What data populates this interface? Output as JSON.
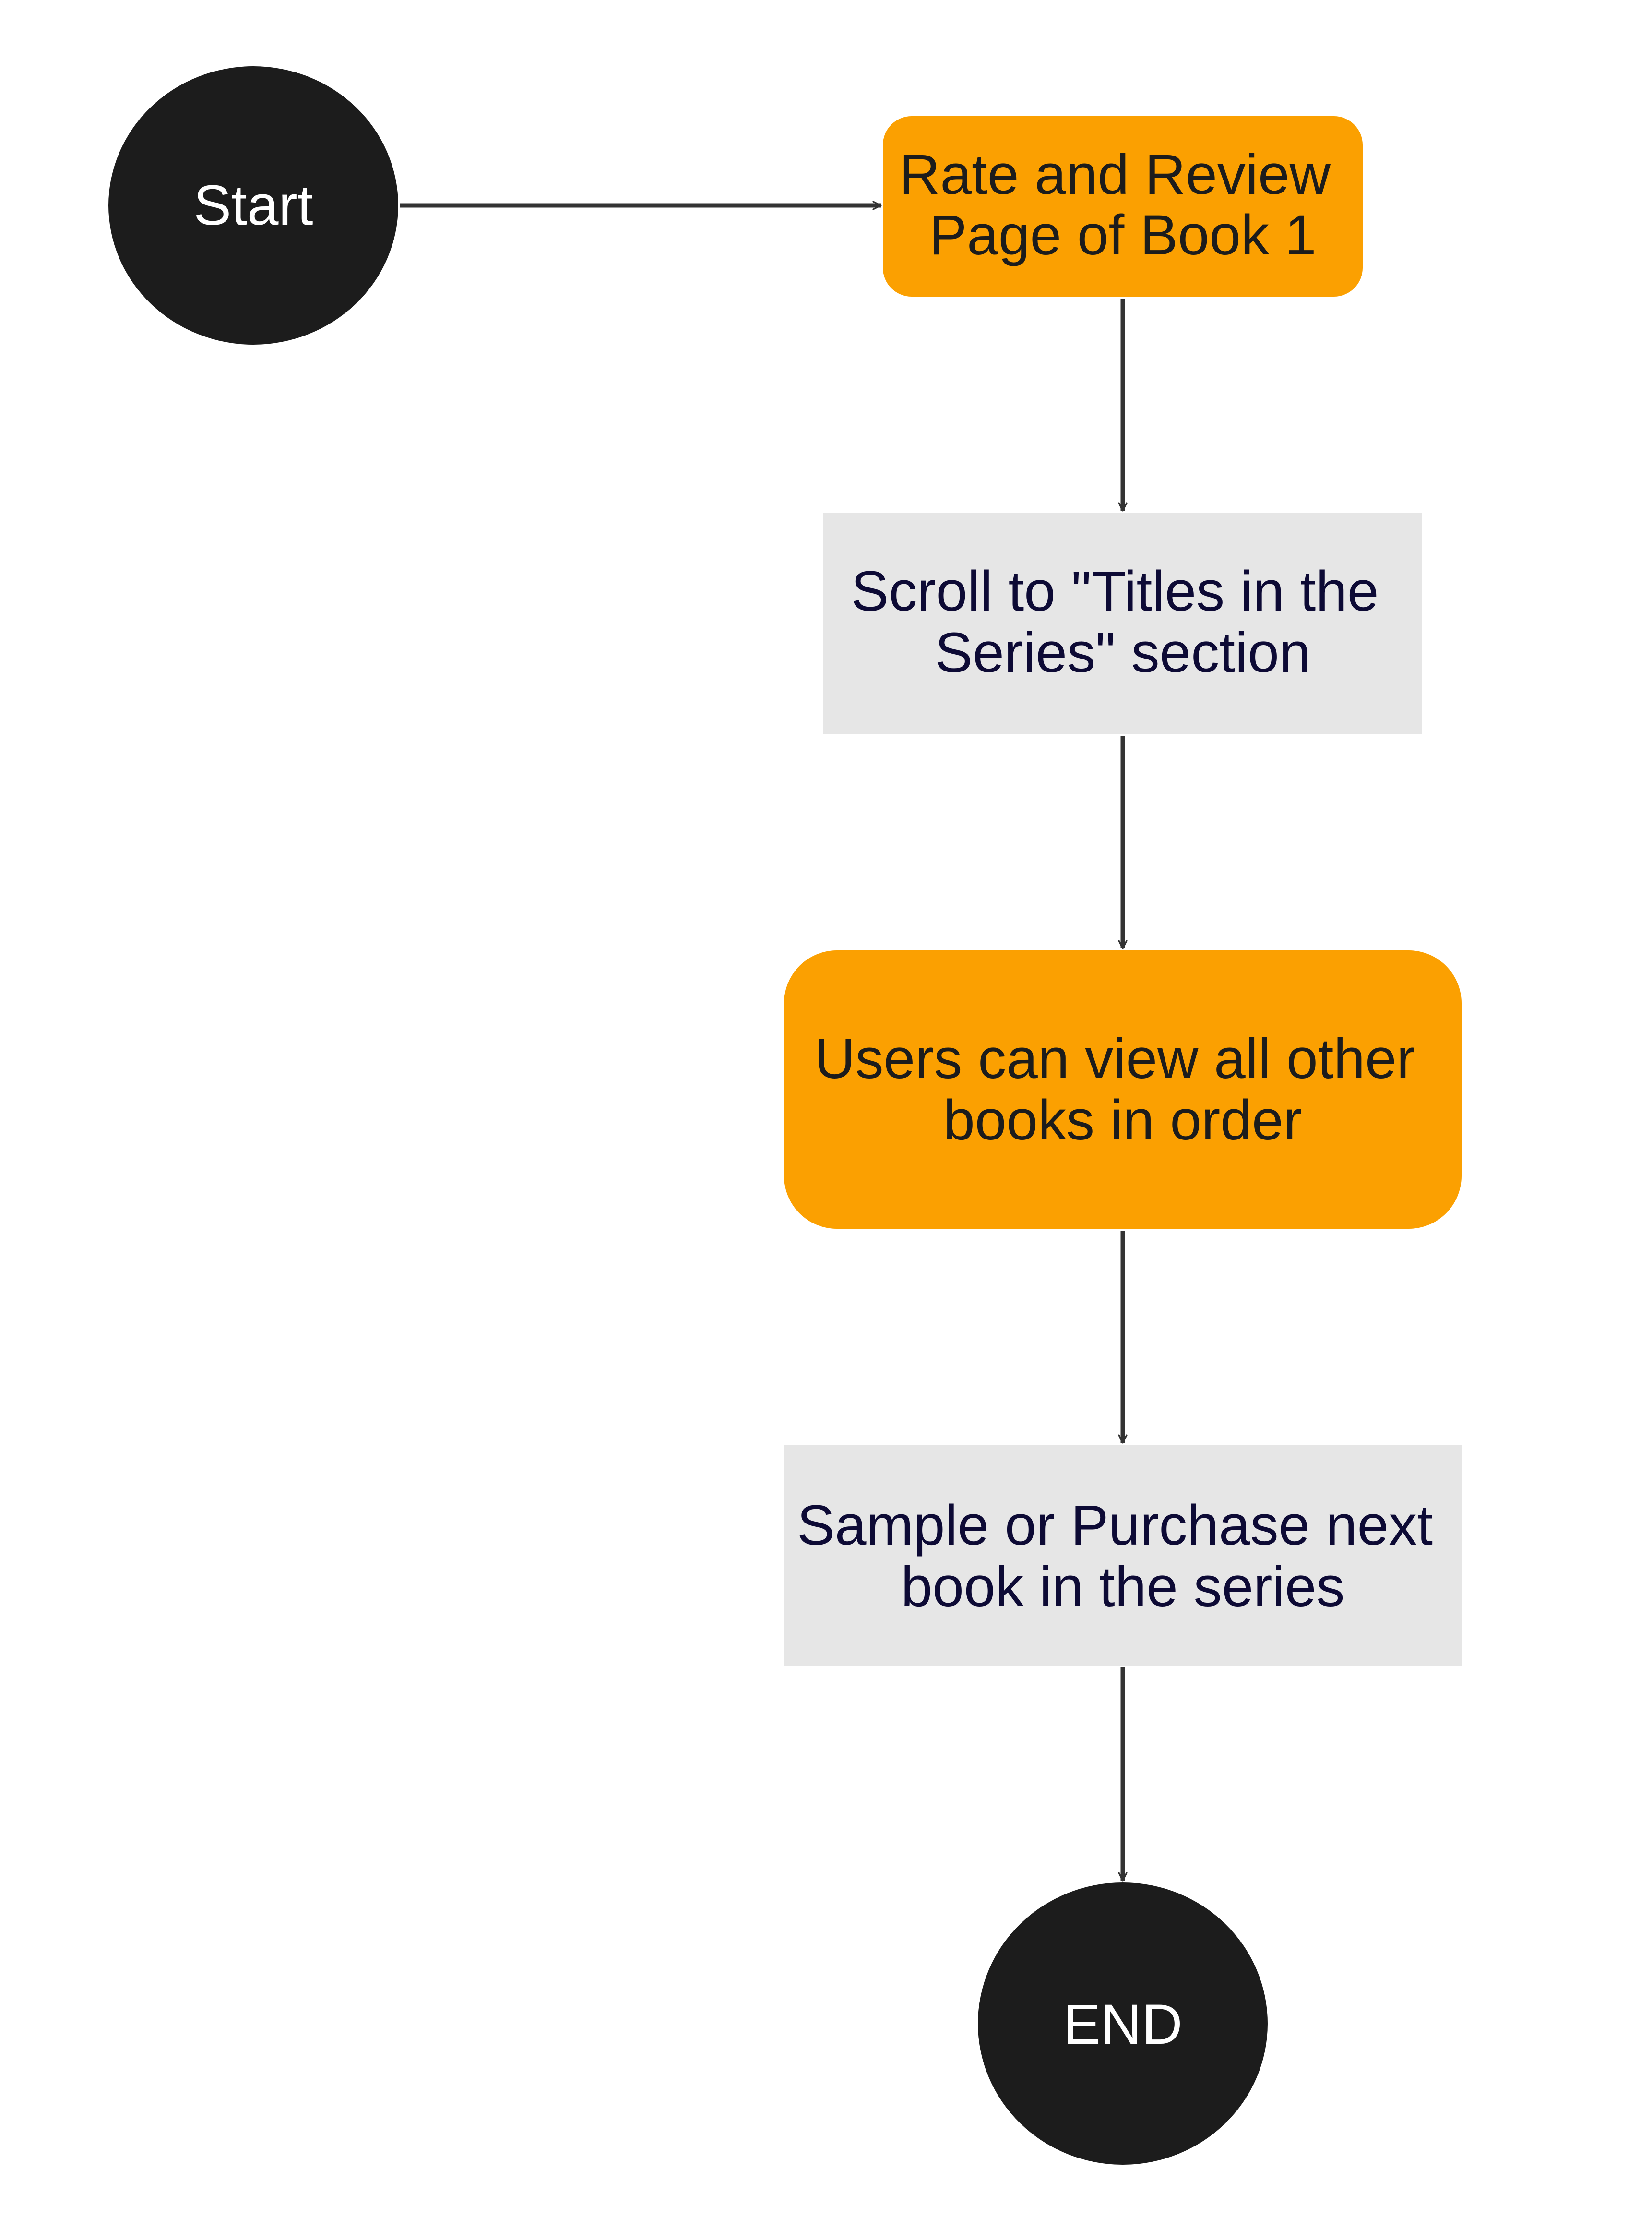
{
  "colors": {
    "background": "#ffffff",
    "terminal_fill": "#1c1c1c",
    "terminal_text": "#ffffff",
    "highlight_fill": "#fba001",
    "highlight_text": "#1c1c1c",
    "process_fill": "#e6e6e6",
    "process_text": "#0d0a35",
    "edge": "#333333"
  },
  "nodes": {
    "start": {
      "label": "Start"
    },
    "rate_review": {
      "lines": [
        "Rate and Review",
        "Page of Book 1"
      ]
    },
    "scroll": {
      "lines": [
        "Scroll to \"Titles in the",
        "Series\" section"
      ]
    },
    "view_books": {
      "lines": [
        "Users can view all other",
        "books in order"
      ]
    },
    "sample_purchase": {
      "lines": [
        "Sample or Purchase next",
        "book in the series"
      ]
    },
    "end": {
      "label": "END"
    }
  },
  "edges": [
    {
      "from": "start",
      "to": "rate_review"
    },
    {
      "from": "rate_review",
      "to": "scroll"
    },
    {
      "from": "scroll",
      "to": "view_books"
    },
    {
      "from": "view_books",
      "to": "sample_purchase"
    },
    {
      "from": "sample_purchase",
      "to": "end"
    }
  ]
}
